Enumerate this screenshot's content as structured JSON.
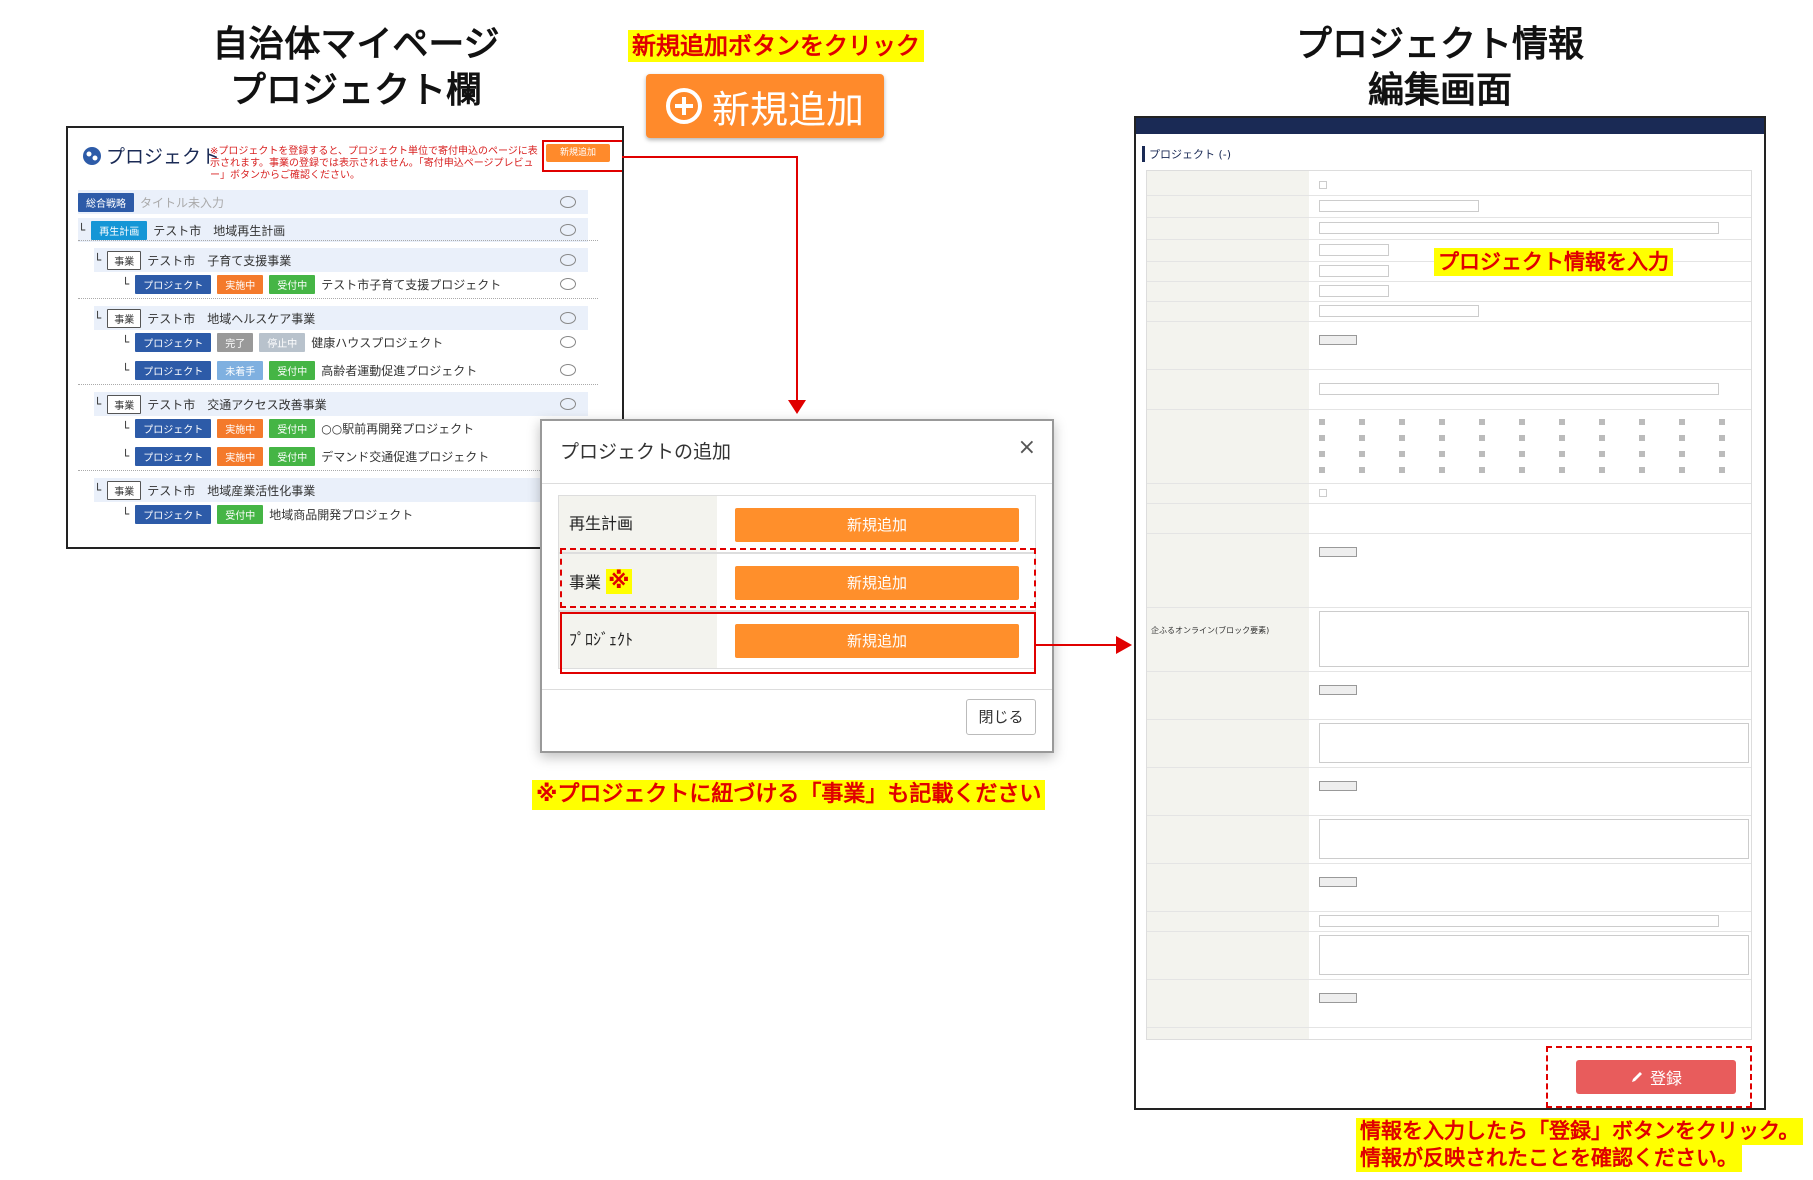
{
  "headings": {
    "left_line1": "自治体マイページ",
    "left_line2": "プロジェクト欄",
    "right_line1": "プロジェクト情報",
    "right_line2": "編集画面"
  },
  "callouts": {
    "click_new": "新規追加ボタンをクリック",
    "big_add_label": "新規追加",
    "input_info": "プロジェクト情報を入力",
    "note_business": "※プロジェクトに紐づける「事業」も記載ください",
    "register_line1": "情報を入力したら「登録」ボタンをクリック。",
    "register_line2": "情報が反映されたことを確認ください。"
  },
  "left_panel": {
    "title": "プロジェクト",
    "note": "※プロジェクトを登録すると、プロジェクト単位で寄付申込のページに表示されます。事業の登録では表示されません。「寄付申込ページプレビュー」ボタンからご確認ください。",
    "add_button": "新規追加",
    "rows": [
      {
        "tags": [
          {
            "text": "総合戦略",
            "style": "t-blue"
          }
        ],
        "name": "タイトル未入力",
        "muted": true
      },
      {
        "tags": [
          {
            "text": "再生計画",
            "style": "t-cyan"
          }
        ],
        "name": "テスト市　地域再生計画"
      },
      {
        "tags": [
          {
            "text": "事業",
            "style": "t-outline"
          }
        ],
        "name": "テスト市　子育て支援事業"
      },
      {
        "tags": [
          {
            "text": "プロジェクト",
            "style": "t-blue"
          },
          {
            "text": "実施中",
            "style": "t-orange"
          },
          {
            "text": "受付中",
            "style": "t-green"
          }
        ],
        "name": "テスト市子育て支援プロジェクト"
      },
      {
        "tags": [
          {
            "text": "事業",
            "style": "t-outline"
          }
        ],
        "name": "テスト市　地域ヘルスケア事業"
      },
      {
        "tags": [
          {
            "text": "プロジェクト",
            "style": "t-blue"
          },
          {
            "text": "完了",
            "style": "t-grey"
          },
          {
            "text": "停止中",
            "style": "t-lgrey"
          }
        ],
        "name": "健康ハウスプロジェクト"
      },
      {
        "tags": [
          {
            "text": "プロジェクト",
            "style": "t-blue"
          },
          {
            "text": "未着手",
            "style": "t-sky"
          },
          {
            "text": "受付中",
            "style": "t-green"
          }
        ],
        "name": "高齢者運動促進プロジェクト"
      },
      {
        "tags": [
          {
            "text": "事業",
            "style": "t-outline"
          }
        ],
        "name": "テスト市　交通アクセス改善事業"
      },
      {
        "tags": [
          {
            "text": "プロジェクト",
            "style": "t-blue"
          },
          {
            "text": "実施中",
            "style": "t-orange"
          },
          {
            "text": "受付中",
            "style": "t-green"
          }
        ],
        "name": "○○駅前再開発プロジェクト"
      },
      {
        "tags": [
          {
            "text": "プロジェクト",
            "style": "t-blue"
          },
          {
            "text": "実施中",
            "style": "t-orange"
          },
          {
            "text": "受付中",
            "style": "t-green"
          }
        ],
        "name": "デマンド交通促進プロジェクト"
      },
      {
        "tags": [
          {
            "text": "事業",
            "style": "t-outline"
          }
        ],
        "name": "テスト市　地域産業活性化事業"
      },
      {
        "tags": [
          {
            "text": "プロジェクト",
            "style": "t-blue"
          },
          {
            "text": "受付中",
            "style": "t-green"
          }
        ],
        "name": "地域商品開発プロジェクト"
      }
    ]
  },
  "modal": {
    "title": "プロジェクトの追加",
    "close_glyph": "×",
    "rows": [
      {
        "label": "再生計画",
        "button": "新規追加"
      },
      {
        "label": "事業",
        "mark": "※",
        "button": "新規追加"
      },
      {
        "label": "ﾌﾟﾛｼﾞｪｸﾄ",
        "button": "新規追加"
      }
    ],
    "close_button": "閉じる"
  },
  "right_panel": {
    "page_title": "プロジェクト (-)",
    "section_online": "企ふるオンライン(ブロック要素)",
    "register_button": "登録"
  },
  "colors": {
    "accent_orange": "#ff8a2b",
    "alert_red": "#e00000",
    "highlight_yellow": "#ffff00",
    "navy": "#1a2a55",
    "register_red": "#e85c5c"
  },
  "icons": [
    "plus-circle-icon",
    "close-icon",
    "eye-icon",
    "pencil-icon",
    "project-icon"
  ]
}
